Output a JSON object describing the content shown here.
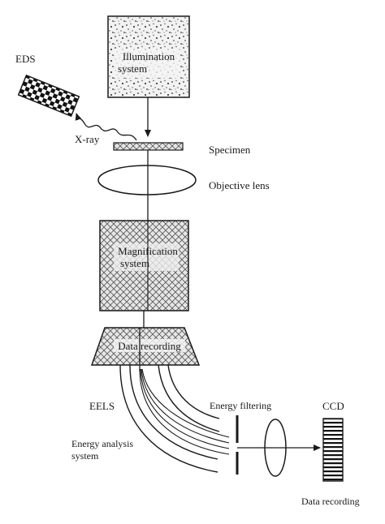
{
  "diagram": {
    "illumination_label_line1": "Illumination",
    "illumination_label_line2": "system",
    "eds_label": "EDS",
    "xray_label": "X-ray",
    "specimen_label": "Specimen",
    "objective_lens_label": "Objective lens",
    "magnification_label_line1": "Magnification",
    "magnification_label_line2": "system",
    "data_recording_top_label": "Data recording",
    "eels_label": "EELS",
    "energy_analysis_label_line1": "Energy analysis",
    "energy_analysis_label_line2": "system",
    "energy_filtering_label": "Energy filtering",
    "ccd_label": "CCD",
    "data_recording_bottom_label": "Data recording"
  },
  "colors": {
    "ink": "#1a1a1a",
    "background": "#ffffff"
  }
}
